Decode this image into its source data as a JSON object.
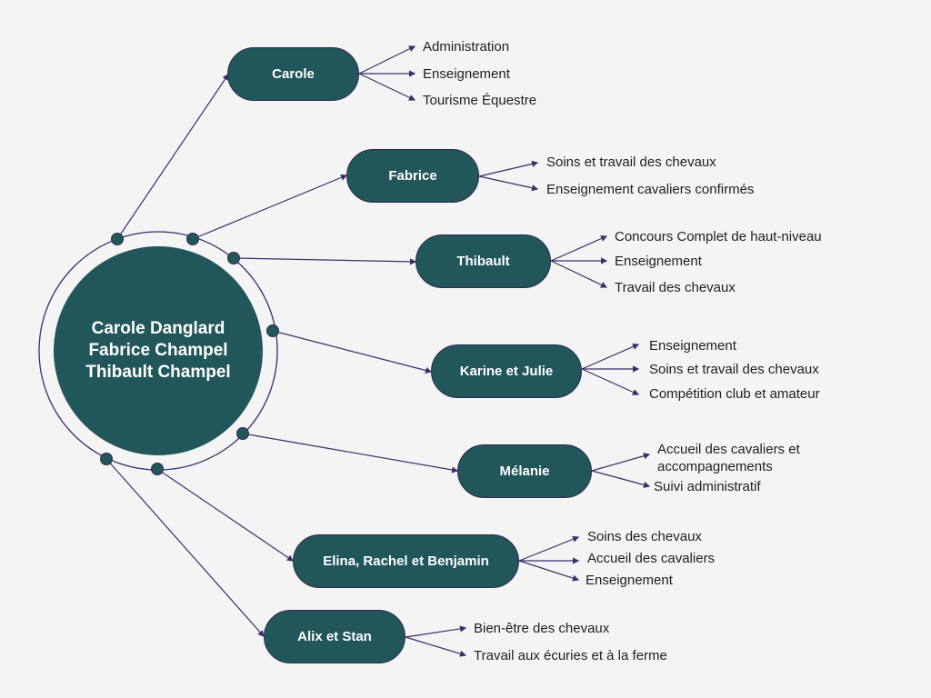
{
  "center": {
    "lines": [
      "Carole Danglard",
      "Fabrice Champel",
      "Thibault Champel"
    ]
  },
  "colors": {
    "node": "#21565b",
    "line": "#3b2f6b",
    "background": "#f4f4f4"
  },
  "branches": [
    {
      "name": "Carole",
      "items": [
        "Administration",
        "Enseignement",
        "Tourisme Équestre"
      ]
    },
    {
      "name": "Fabrice",
      "items": [
        "Soins et travail des chevaux",
        "Enseignement cavaliers confirmés"
      ]
    },
    {
      "name": "Thibault",
      "items": [
        "Concours Complet de haut-niveau",
        "Enseignement",
        "Travail des chevaux"
      ]
    },
    {
      "name": "Karine et Julie",
      "items": [
        "Enseignement",
        "Soins et travail des chevaux",
        "Compétition club et amateur"
      ]
    },
    {
      "name": "Mélanie",
      "items": [
        "Accueil des cavaliers et",
        "accompagnements",
        "Suivi administratif"
      ]
    },
    {
      "name": "Elina, Rachel et Benjamin",
      "items": [
        "Soins des chevaux",
        "Accueil des cavaliers",
        "Enseignement"
      ]
    },
    {
      "name": "Alix et Stan",
      "items": [
        "Bien-être des chevaux",
        "Travail aux écuries et à la ferme"
      ]
    }
  ]
}
